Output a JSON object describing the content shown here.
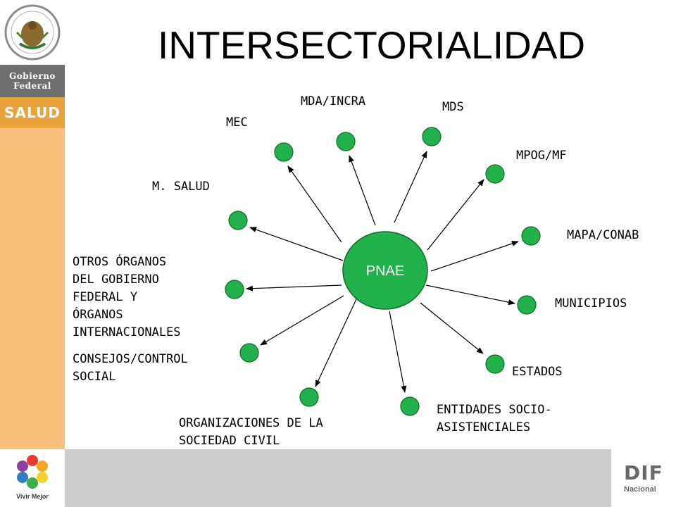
{
  "title": "INTERSECTORIALIDAD",
  "sidebar": {
    "gobierno_line1": "Gobierno",
    "gobierno_line2": "Federal",
    "salud": "SALUD",
    "vivir_mejor": "Vivir Mejor"
  },
  "footer": {
    "dif": "DIF",
    "nacional": "Nacional"
  },
  "colors": {
    "node_fill": "#21b24b",
    "node_stroke": "#0f6b2a",
    "orange_strip": "#f7c07c",
    "salud_band": "#e8a43a",
    "gobierno_band": "#6f6f6f",
    "bottom_band": "#cccccc"
  },
  "hub": {
    "label": "PNAE"
  },
  "nodes": {
    "mec": "MEC",
    "mda_incra": "MDA/INCRA",
    "mds": "MDS",
    "mpog_mf": "MPOG/MF",
    "mapa_conab": "MAPA/CONAB",
    "municipios": "MUNICIPIOS",
    "estados": "ESTADOS",
    "entidades": "ENTIDADES SOCIO-\nASISTENCIALES",
    "organizaciones": "ORGANIZACIONES DE LA\nSOCIEDAD CIVIL",
    "consejos": "CONSEJOS/CONTROL\nSOCIAL",
    "otros": "OTROS ÓRGANOS\nDEL GOBIERNO\nFEDERAL Y\nÓRGANOS\nINTERNACIONALES",
    "m_salud": "M. SALUD"
  }
}
